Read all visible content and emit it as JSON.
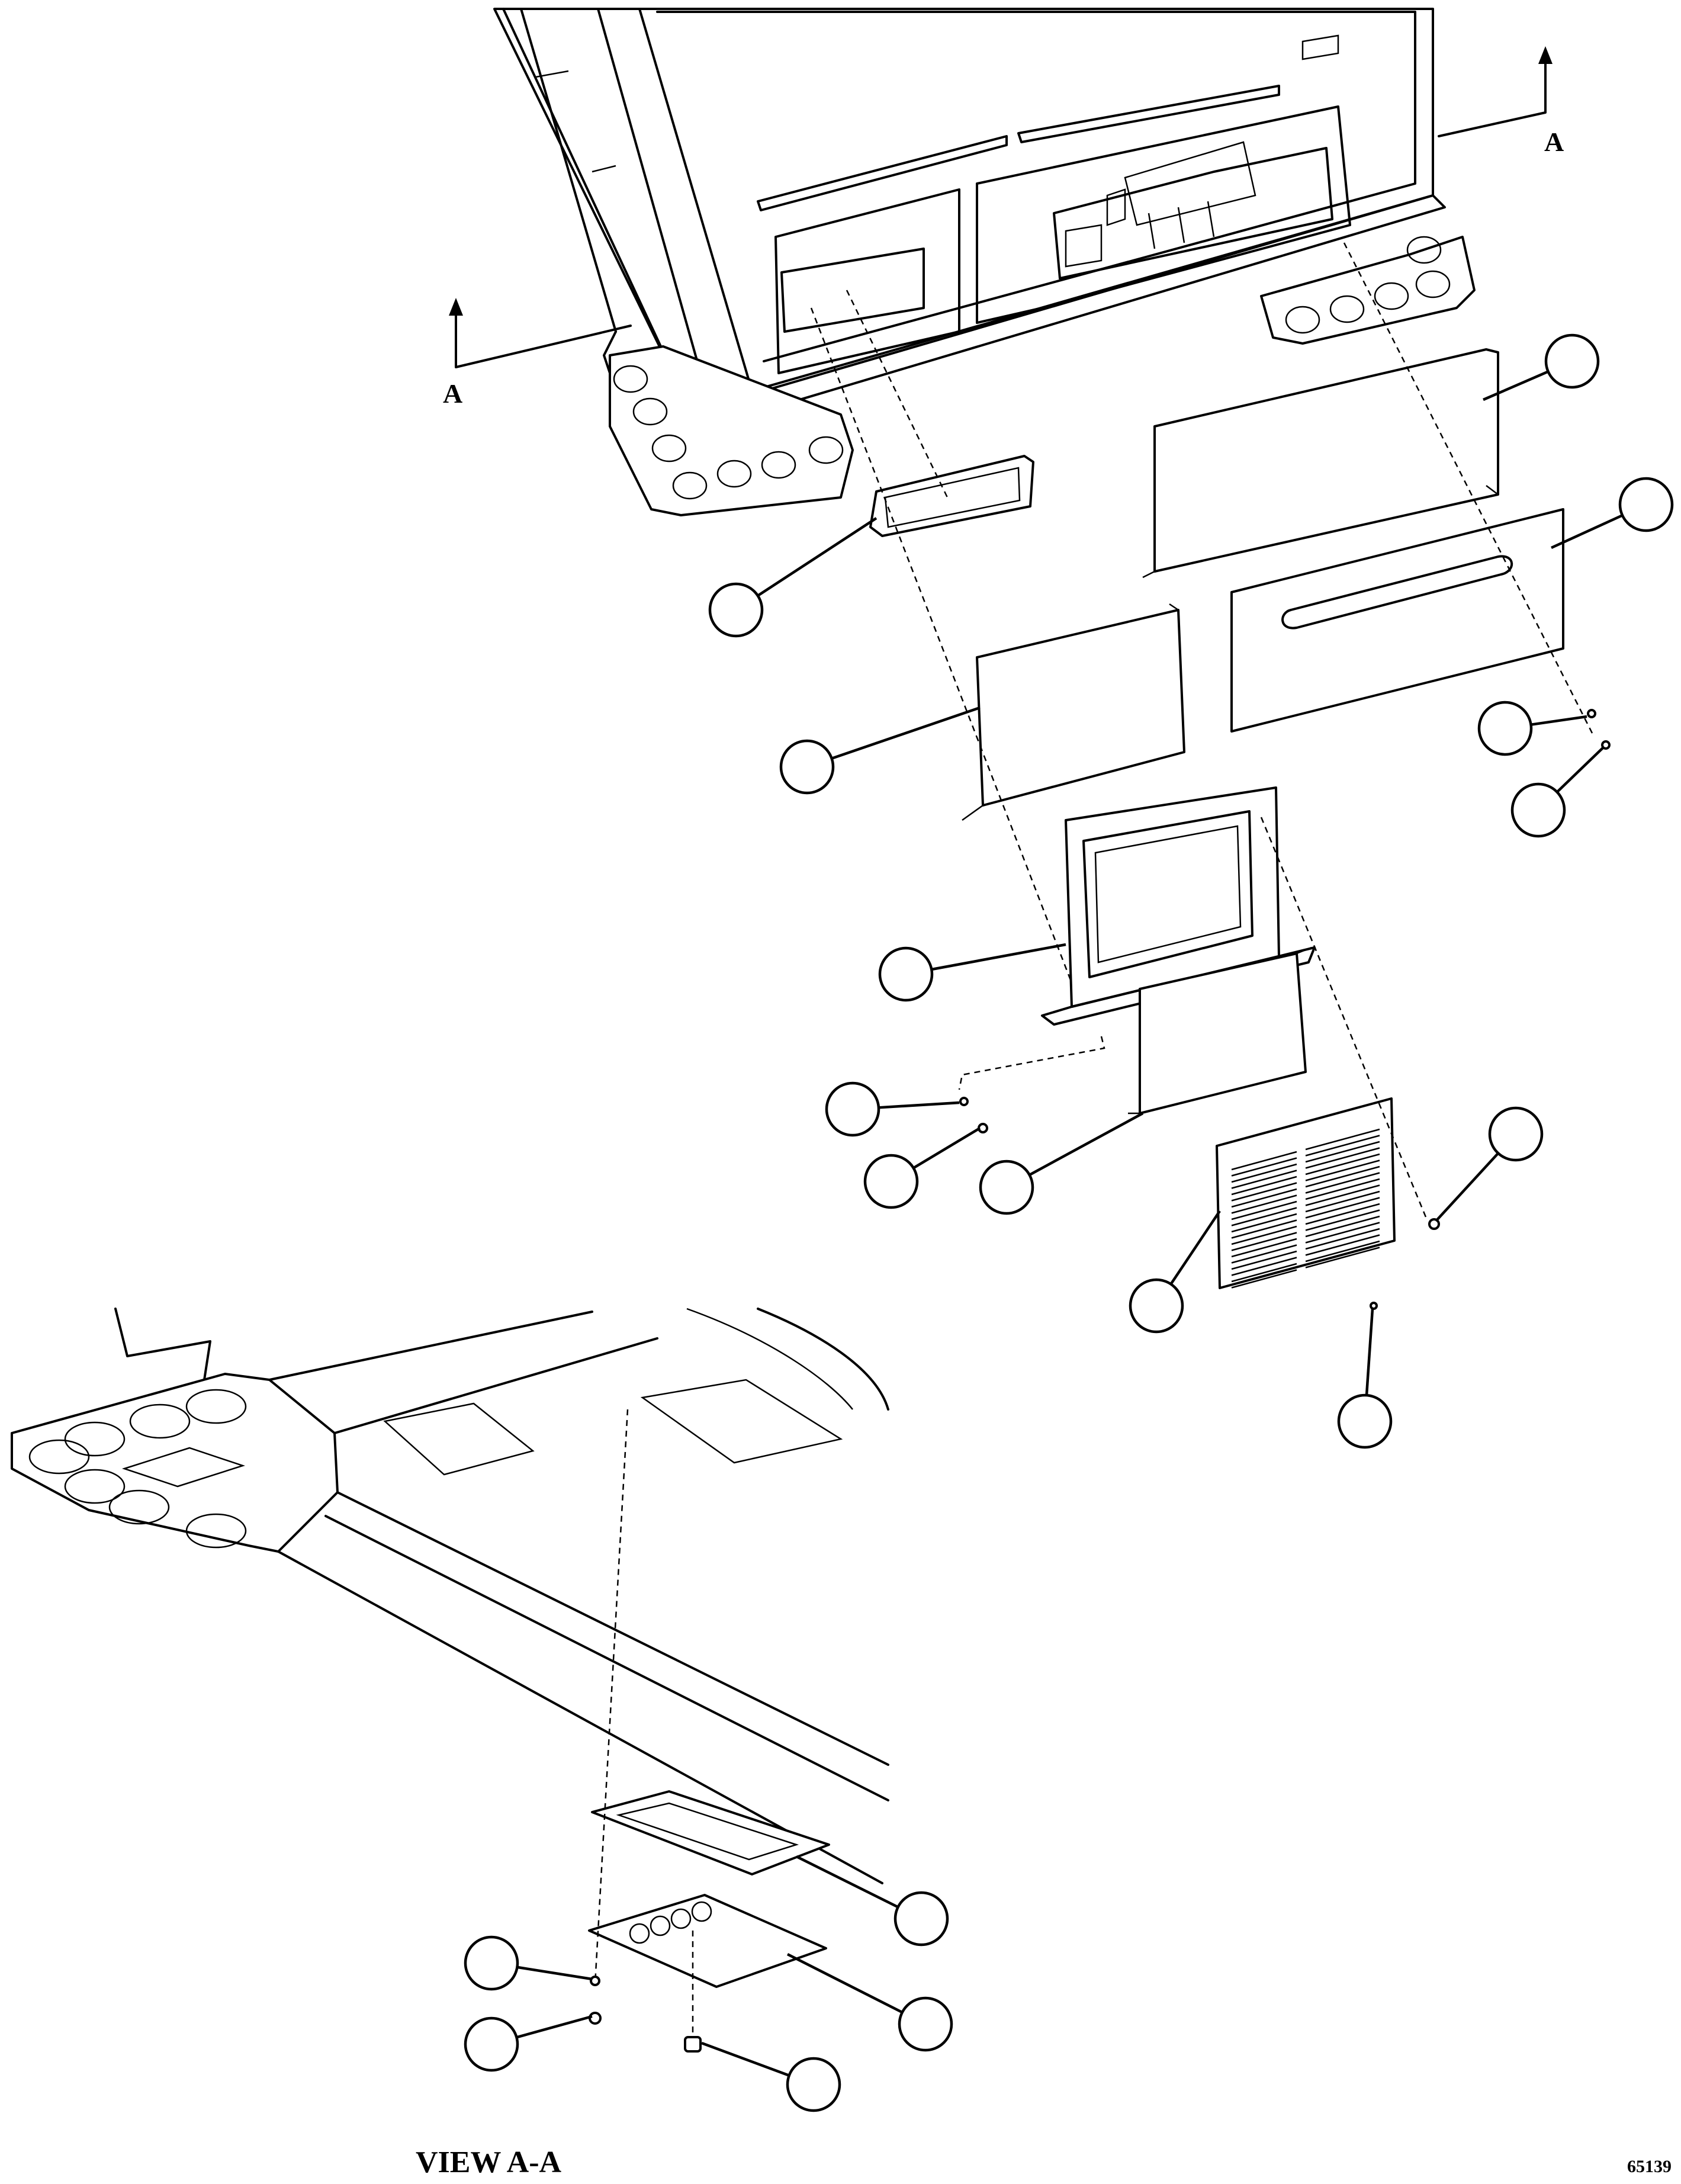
{
  "section_marker": {
    "label_top_right": "A",
    "label_left": "A"
  },
  "view_caption": "VIEW A-A",
  "figure_number": "65139",
  "callouts": [
    {
      "id": "callout-1",
      "text": ""
    },
    {
      "id": "callout-2",
      "text": ""
    },
    {
      "id": "callout-3",
      "text": ""
    },
    {
      "id": "callout-4",
      "text": ""
    },
    {
      "id": "callout-5",
      "text": ""
    },
    {
      "id": "callout-6",
      "text": ""
    },
    {
      "id": "callout-7",
      "text": ""
    },
    {
      "id": "callout-8",
      "text": ""
    },
    {
      "id": "callout-9",
      "text": ""
    },
    {
      "id": "callout-10",
      "text": ""
    },
    {
      "id": "callout-11",
      "text": ""
    },
    {
      "id": "callout-12",
      "text": ""
    },
    {
      "id": "callout-13",
      "text": ""
    },
    {
      "id": "callout-14",
      "text": ""
    },
    {
      "id": "callout-15",
      "text": ""
    },
    {
      "id": "callout-16",
      "text": ""
    },
    {
      "id": "callout-17",
      "text": ""
    },
    {
      "id": "callout-18",
      "text": ""
    }
  ]
}
